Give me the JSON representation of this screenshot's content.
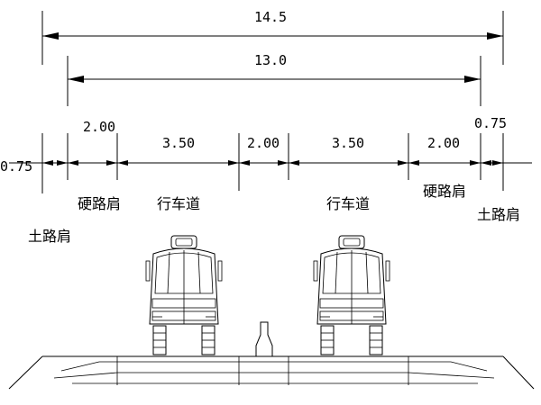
{
  "dimensions": {
    "total": "14.5",
    "paved": "13.0",
    "left_shoulder": "0.75",
    "left_hard_shoulder": "2.00",
    "left_lane": "3.50",
    "median": "2.00",
    "right_lane": "3.50",
    "right_hard_shoulder": "2.00",
    "right_shoulder": "0.75"
  },
  "labels": {
    "hard_shoulder_left": "硬路肩",
    "lane_left": "行车道",
    "lane_right": "行车道",
    "hard_shoulder_right": "硬路肩",
    "soil_shoulder_left": "土路肩",
    "soil_shoulder_right": "土路肩"
  }
}
